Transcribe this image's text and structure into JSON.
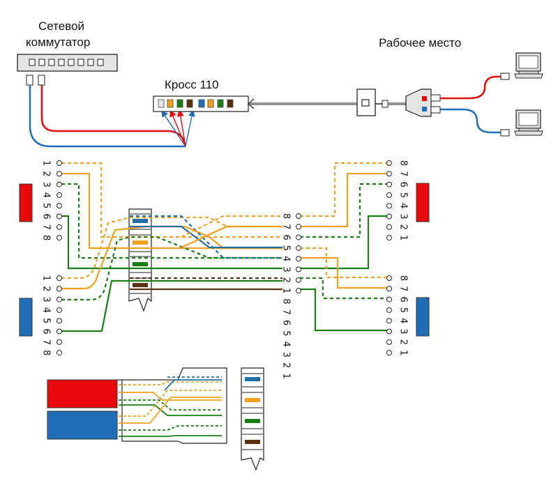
{
  "labels": {
    "switch_line1": "Сетевой",
    "switch_line2": "коммутатор",
    "cross": "Кросс 110",
    "workplace": "Рабочее место"
  },
  "pin_numbers": [
    "1",
    "2",
    "3",
    "4",
    "5",
    "6",
    "7",
    "8"
  ],
  "colors": {
    "red": "#e8090c",
    "blue": "#1f6fb8",
    "orange": "#f0a020",
    "green": "#1a7e12",
    "brown": "#5a3212",
    "wire_blue": "#1f6fa6",
    "black": "#222222"
  },
  "icons": [
    "computer-icon",
    "rj45-plug-icon",
    "wall-socket-icon",
    "splitter-icon",
    "idc-module-icon"
  ]
}
